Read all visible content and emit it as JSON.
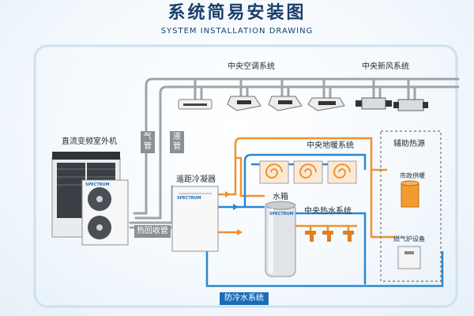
{
  "header": {
    "title": "系统简易安装图",
    "subtitle": "SYSTEM INSTALLATION DRAWING"
  },
  "labels": {
    "central_ac": "中央空调系统",
    "central_fresh_air": "中央新风系统",
    "outdoor_unit": "直流变频室外机",
    "gas_pipe": "气管",
    "liquid_pipe": "液管",
    "remote_condenser": "遥距冷凝器",
    "floor_heating": "中央地暖系统",
    "aux_heat": "辅助热源",
    "municipal_heat": "市政供暖",
    "water_tank": "水箱",
    "hot_water": "中央热水系统",
    "heat_recovery_pipe": "热回收管",
    "gas_boiler": "燃气炉设备",
    "antifreeze": "防冷水系统",
    "brand": "SPECTRUM"
  },
  "colors": {
    "title": "#1a3f6d",
    "grey_pipe": "#9ea4aa",
    "orange_pipe": "#f0922c",
    "blue_pipe": "#2a88d0",
    "tag_grey": "#8a9096",
    "tag_blue": "#1b6db8"
  }
}
